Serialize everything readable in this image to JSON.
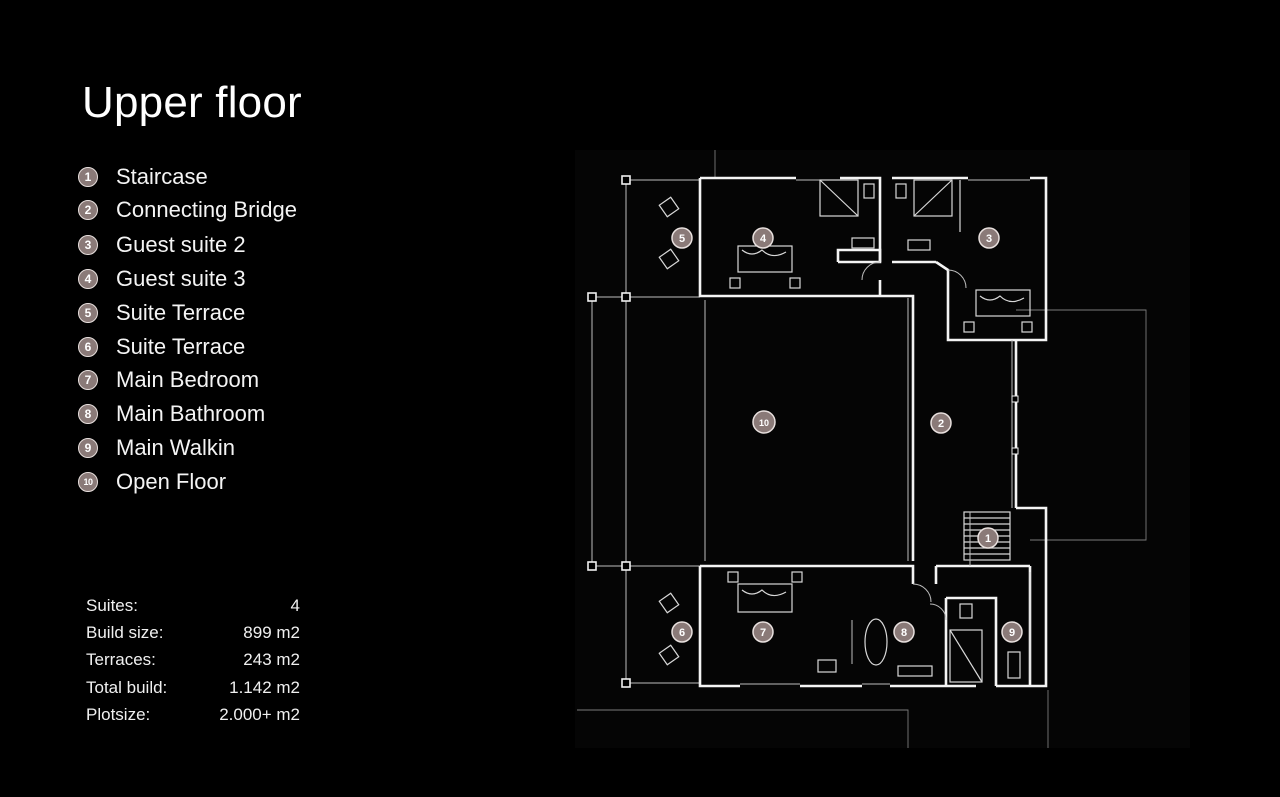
{
  "title": "Upper floor",
  "legend": [
    {
      "num": "1",
      "label": "Staircase"
    },
    {
      "num": "2",
      "label": "Connecting Bridge"
    },
    {
      "num": "3",
      "label": "Guest suite 2"
    },
    {
      "num": "4",
      "label": "Guest suite 3"
    },
    {
      "num": "5",
      "label": "Suite Terrace"
    },
    {
      "num": "6",
      "label": "Suite Terrace"
    },
    {
      "num": "7",
      "label": "Main Bedroom"
    },
    {
      "num": "8",
      "label": "Main Bathroom"
    },
    {
      "num": "9",
      "label": "Main Walkin"
    },
    {
      "num": "10",
      "label": "Open Floor"
    }
  ],
  "stats": [
    {
      "label": "Suites:",
      "value": "4"
    },
    {
      "label": "Build size:",
      "value": "899 m2"
    },
    {
      "label": "Terraces:",
      "value": "243 m2"
    },
    {
      "label": "Total build:",
      "value": "1.142 m2"
    },
    {
      "label": "Plotsize:",
      "value": "2.000+ m2"
    }
  ],
  "plan": {
    "marker_color": "#8a7a78",
    "background": "#000000",
    "plan_background": "#050505"
  }
}
